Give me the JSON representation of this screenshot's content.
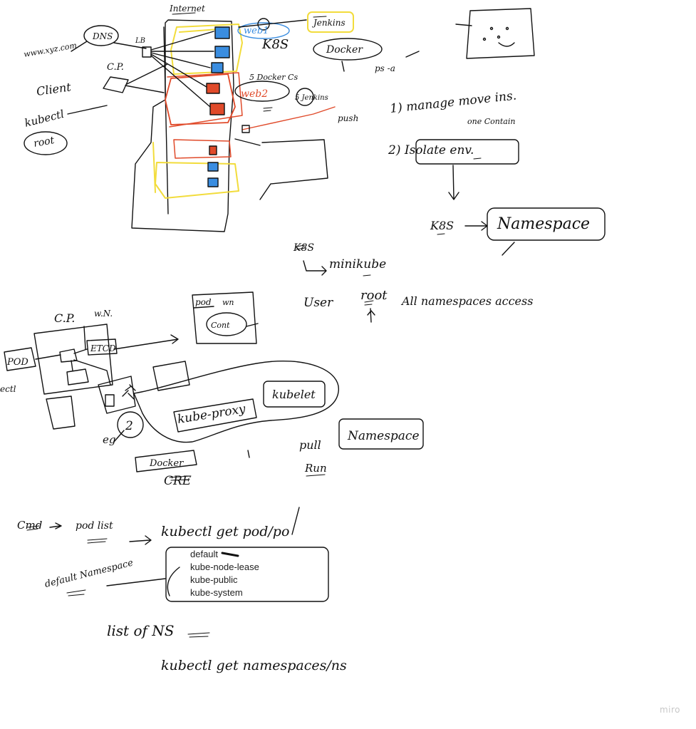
{
  "board": {
    "watermark": "miro",
    "colors": {
      "ink": "#111111",
      "yellow": "#f2dc3c",
      "red": "#e04a2a",
      "blue": "#3a8de0"
    }
  },
  "top_sketch": {
    "internet_label": "Internet",
    "dns_label": "DNS",
    "url_label": "www.xyz.com",
    "lb_label": "LB",
    "cp_label": "C.P.",
    "client_label": "Client",
    "kubectl_label": "kubectl",
    "root_label": "root",
    "web1_label": "web1",
    "web2_label": "web2",
    "jenkins_label": "Jenkins",
    "k8s_label": "K8S",
    "docker_label": "Docker",
    "docker_cs_label": "5 Docker Cs",
    "ps_label": "ps -a",
    "push_label": "push",
    "five_jenkins_label": "5 Jenkins"
  },
  "notes_right": {
    "item1": "1) manage move ins.",
    "item1_sub": "one Contain",
    "item2": "2) Isolate env.",
    "k8s_label": "K8S",
    "namespace_label": "Namespace",
    "minikube_k8s": "K8S",
    "minikube_label": "minikube",
    "user_label": "User",
    "root_label": "root",
    "all_ns_label": "All namespaces access"
  },
  "middle_sketch": {
    "cp_label": "C.P.",
    "wn_label": "w.N.",
    "pod_label": "POD",
    "etcd_label": "ETCD",
    "pod_wn_label": "pod",
    "pod_wn_suffix": "wn",
    "container_label": "Cont",
    "kube_proxy_label": "kube-proxy",
    "kubelet_label": "kubelet",
    "eg_label": "eg",
    "two_label": "2",
    "docker_label": "Docker",
    "cre_label": "CRE",
    "pull_label": "pull",
    "run_label": "Run",
    "namespace_label": "Namespace",
    "kubectl_partial": "ectl"
  },
  "bottom_notes": {
    "cmd_label": "Cmd",
    "pod_list_label": "pod list",
    "kubectl_get_pod": "kubectl get pod/po",
    "default_ns_label": "default Namespace",
    "namespaces": [
      "default",
      "kube-node-lease",
      "kube-public",
      "kube-system"
    ],
    "list_of_ns_label": "list of NS",
    "kubectl_get_ns": "kubectl get namespaces/ns"
  }
}
